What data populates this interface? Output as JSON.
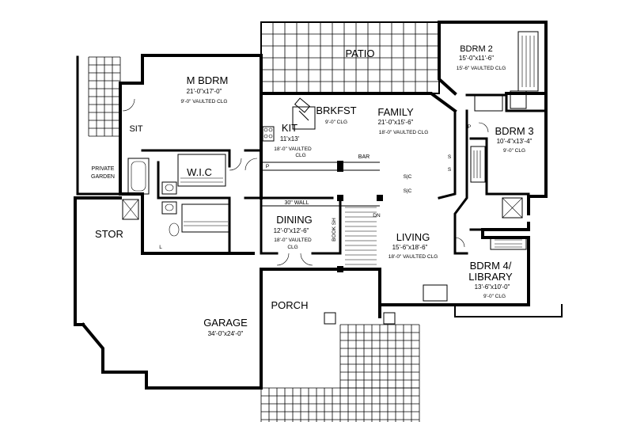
{
  "rooms": {
    "patio": {
      "name": "PATIO"
    },
    "bdrm2": {
      "name": "BDRM 2",
      "dims": "15'-0\"x11'-6\"",
      "ceiling": "15'-6\" VAULTED CLG"
    },
    "mbdrm": {
      "name": "M BDRM",
      "dims": "21'-0\"x17'-0\"",
      "ceiling": "9'-0\" VAULTED CLG"
    },
    "sit": {
      "name": "SIT"
    },
    "brkfst": {
      "name": "BRKFST",
      "ceiling": "9'-0\" CLG"
    },
    "family": {
      "name": "FAMILY",
      "dims": "21'-0\"x15'-6\"",
      "ceiling": "18'-0\" VAULTED CLG"
    },
    "kit": {
      "name": "KIT",
      "dims": "11'x13'",
      "ceiling": "18'-0\" VAULTED",
      "ceiling2": "CLG"
    },
    "bdrm3": {
      "name": "BDRM 3",
      "dims": "10'-4\"x13'-4\"",
      "ceiling": "9'-0\" CLG"
    },
    "private_garden": {
      "name_line1": "PRIVATE",
      "name_line2": "GARDEN"
    },
    "wic": {
      "name": "W.I.C"
    },
    "bar": {
      "name": "BAR"
    },
    "wall_30": {
      "name": "30\" WALL"
    },
    "stor": {
      "name": "STOR"
    },
    "dining": {
      "name": "DINING",
      "dims": "12'-0\"x12'-6\"",
      "ceiling": "18'-0\" VAULTED",
      "ceiling2": "CLG"
    },
    "living": {
      "name": "LIVING",
      "dims": "15'-6\"x18'-6\"",
      "ceiling": "18'-0\" VAULTED CLG"
    },
    "bdrm4": {
      "name_line1": "BDRM 4/",
      "name_line2": "LIBRARY",
      "dims": "13'-6\"x10'-0\"",
      "ceiling": "9'-0\" CLG"
    },
    "porch": {
      "name": "PORCH"
    },
    "garage": {
      "name": "GARAGE",
      "dims": "34'-0\"x24'-0\""
    }
  },
  "small_labels": {
    "book_sh": "BOOK SH",
    "dn": "DN",
    "sc1": "S|C",
    "sc2": "S|C",
    "p1": "P",
    "p2": "P",
    "l": "L",
    "s1": "S",
    "s2": "S"
  }
}
